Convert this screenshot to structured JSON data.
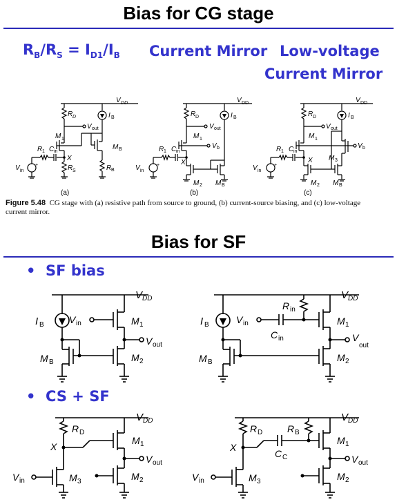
{
  "top": {
    "title": "Bias for CG stage",
    "formula": "R",
    "f_B": "B",
    "f_slash1": "/R",
    "f_S": "S",
    "f_eq": " = I",
    "f_D1": "D1",
    "f_slash2": "/I",
    "f_B2": "B",
    "label_cm": "Current Mirror",
    "label_lv1": "Low-voltage",
    "label_lv2": "Current Mirror",
    "sub_a": "(a)",
    "sub_b": "(b)",
    "sub_c": "(c)",
    "caption_fig": "Figure 5.48",
    "caption_text": "CG stage with (a) resistive path from source to ground, (b) current-source biasing, and (c) low-voltage current mirror."
  },
  "bottom": {
    "title": "Bias for SF",
    "bullet1": "SF bias",
    "bullet2": "CS + SF"
  },
  "colors": {
    "accent": "#3333cc",
    "rule": "#2a2ab8"
  }
}
